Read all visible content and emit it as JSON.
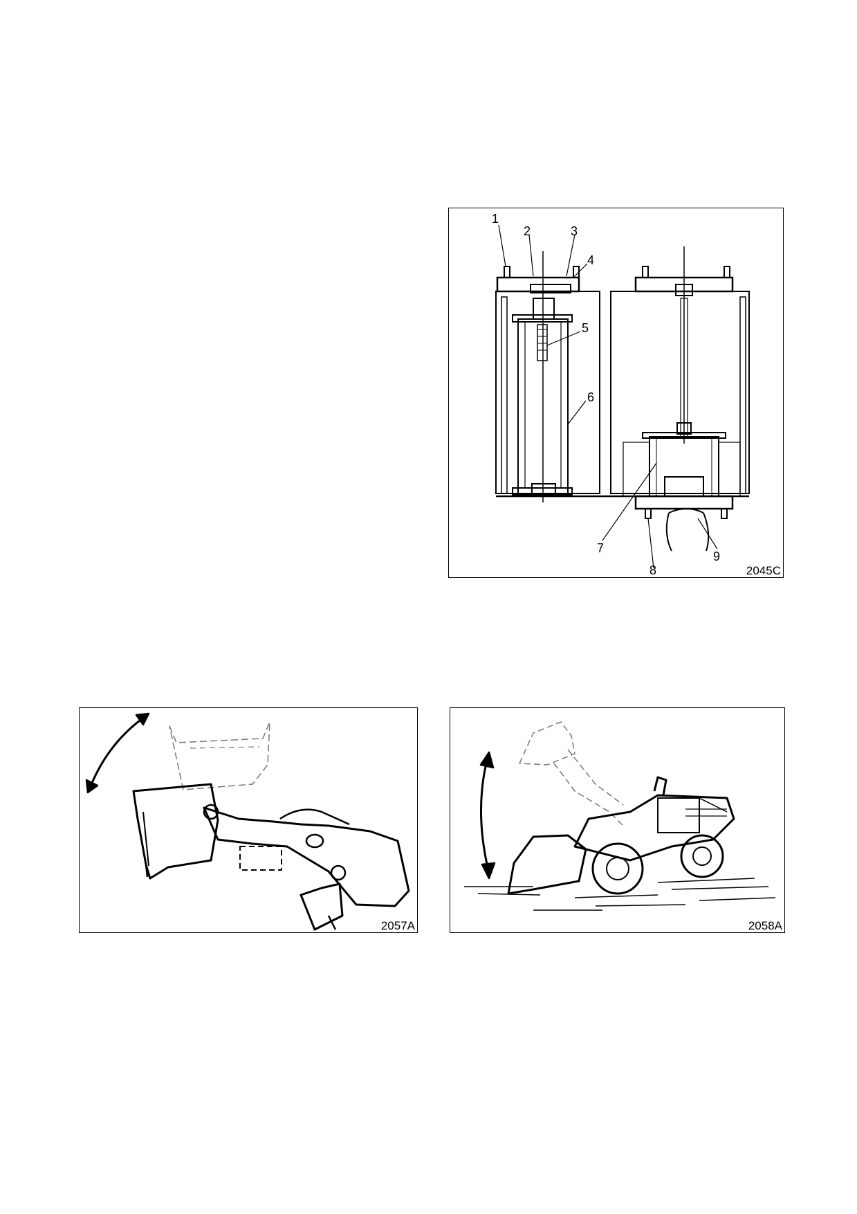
{
  "figures": [
    {
      "code": "2045C",
      "callouts": [
        "1",
        "2",
        "3",
        "4",
        "5",
        "6",
        "7",
        "8",
        "9"
      ]
    },
    {
      "code": "2057A"
    },
    {
      "code": "2058A"
    }
  ]
}
